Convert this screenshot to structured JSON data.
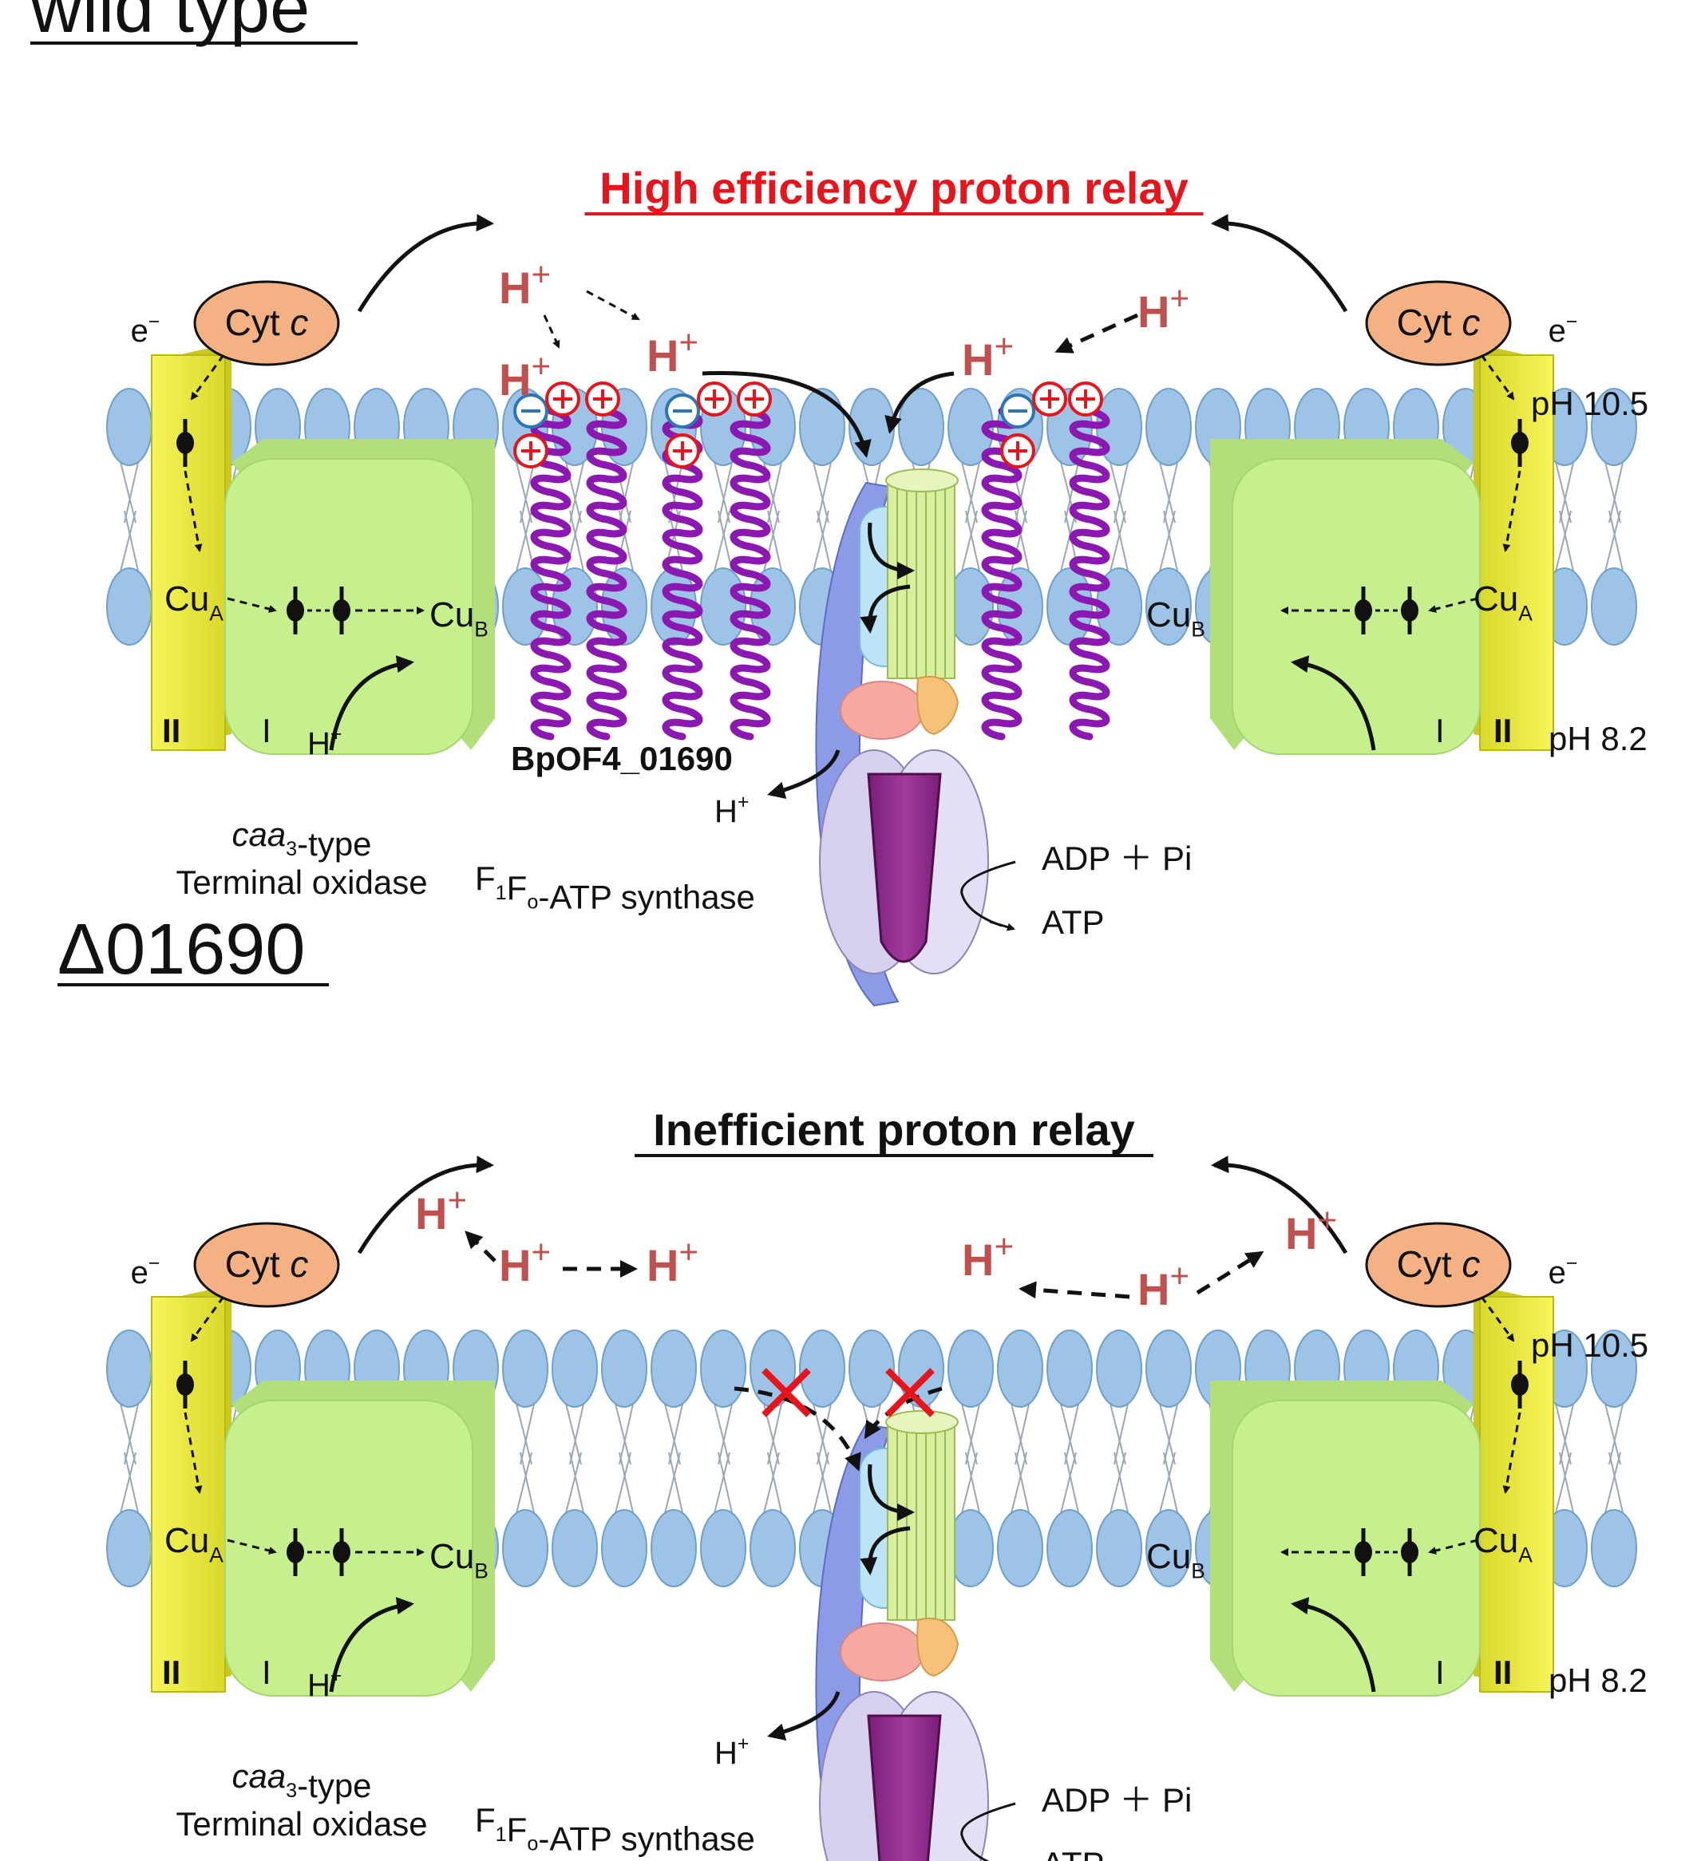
{
  "panels": [
    {
      "id": "wt",
      "heading": "wild type",
      "relay": {
        "text": "High efficiency proton relay",
        "color": "#e8141b"
      },
      "has_protein": true
    },
    {
      "id": "del",
      "heading": "Δ01690",
      "relay": {
        "text": "Inefficient proton relay",
        "color": "#111111"
      },
      "has_protein": false
    }
  ],
  "labels": {
    "cyt": "Cyt",
    "cyt_italic": "c",
    "electron": "e",
    "electron_sup": "−",
    "cu": "Cu",
    "cu_a_sub": "A",
    "cu_b_sub": "B",
    "subunit_1": "I",
    "subunit_2": "II",
    "proton": "H",
    "proton_sup": "+",
    "ph_out": "pH 10.5",
    "ph_in": "pH 8.2",
    "oxidase_line1_italic": "caa",
    "oxidase_line1_sub": "3",
    "oxidase_line1_rest": "-type",
    "oxidase_line2": "Terminal oxidase",
    "synthase_F": "F",
    "synthase_sub1": "1",
    "synthase_sub2": "o",
    "synthase_rest": "-ATP synthase",
    "adp": "ADP ＋ Pi",
    "atp": "ATP",
    "protein_name": "BpOF4_01690"
  },
  "colors": {
    "proton": "#c0504d",
    "lipid": "#9dc3e6",
    "lipid_stroke": "#6fa0cc",
    "oxidase_body": "#c6ef8e",
    "subunit2": "#f0ef40",
    "cyt_c": "#f4b183",
    "helix": "#8b18b0",
    "charge": "#e8141b",
    "negative_charge": "#2e75b6",
    "cross": "#e8141b"
  }
}
